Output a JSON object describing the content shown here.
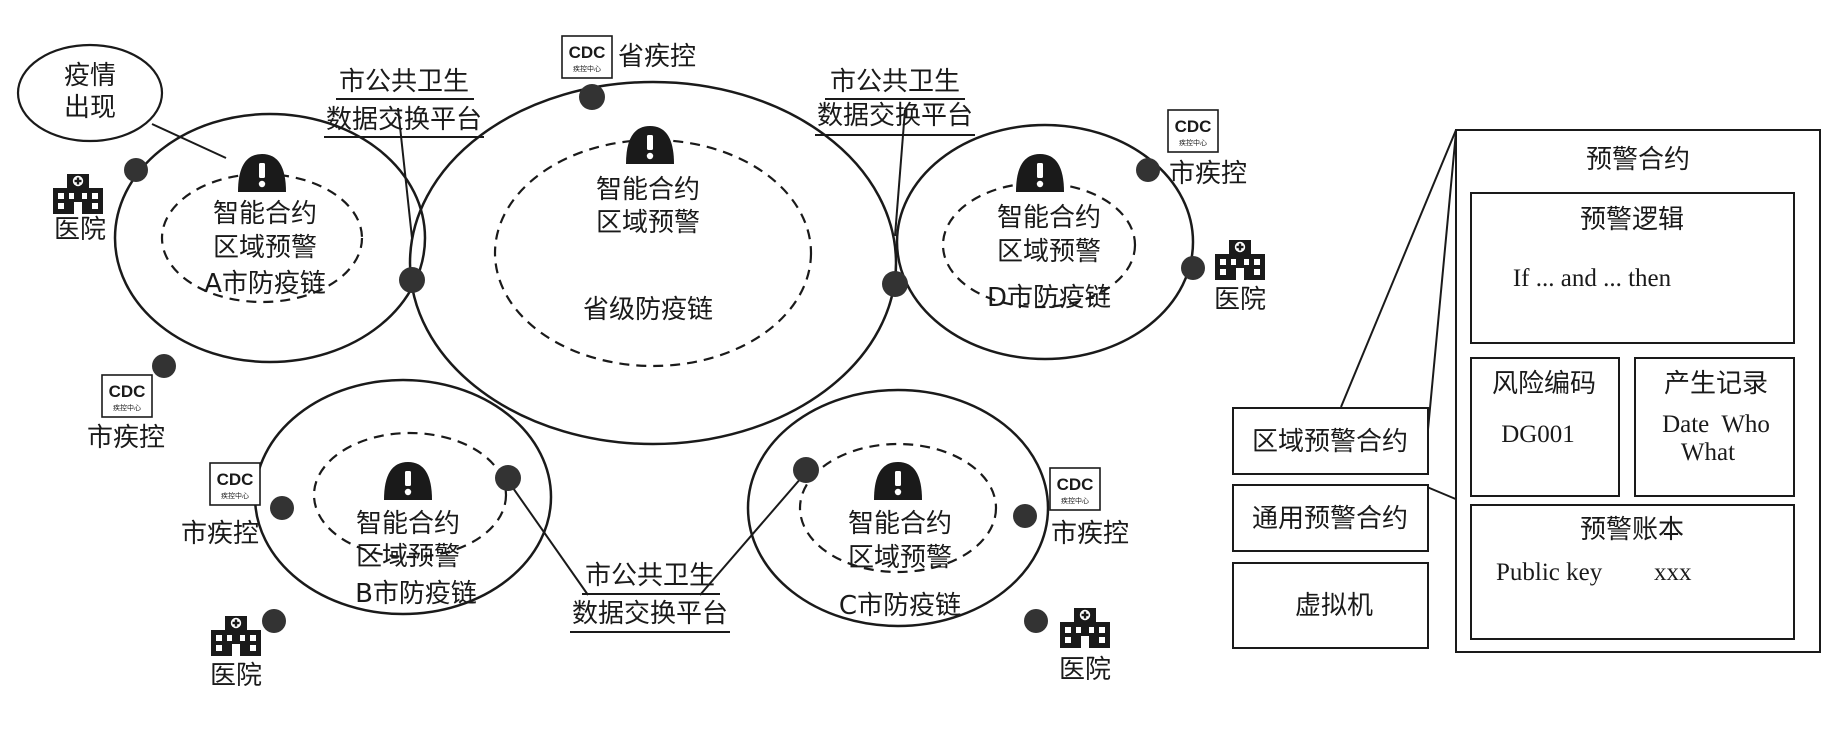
{
  "outbreak": {
    "line1": "疫情",
    "line2": "出现"
  },
  "exchange_platform": {
    "line1": "市公共卫生",
    "line2": "数据交换平台"
  },
  "provincial_cdc": "省疾控",
  "city_cdc": "市疾控",
  "hospital": "医院",
  "cdc_logo": {
    "big": "CDC",
    "small": "疾控中心"
  },
  "smart_contract": "智能合约",
  "regional_warning": "区域预警",
  "chains": {
    "province": "省级防疫链",
    "a": "A市防疫链",
    "b": "B市防疫链",
    "c": "C市防疫链",
    "d": "D市防疫链"
  },
  "contract_stack": {
    "regional": "区域预警合约",
    "general": "通用预警合约",
    "vm": "虚拟机"
  },
  "warning_contract": {
    "title": "预警合约",
    "logic_title": "预警逻辑",
    "logic_body": "If ... and ... then",
    "risk_title": "风险编码",
    "risk_value": "DG001",
    "record_title": "产生记录",
    "record_line1": "Date  Who",
    "record_line2": "What",
    "ledger_title": "预警账本",
    "ledger_key": "Public key",
    "ledger_value": "xxx"
  },
  "colors": {
    "ink": "#1a1a1a",
    "node": "#333333",
    "background": "#ffffff"
  }
}
